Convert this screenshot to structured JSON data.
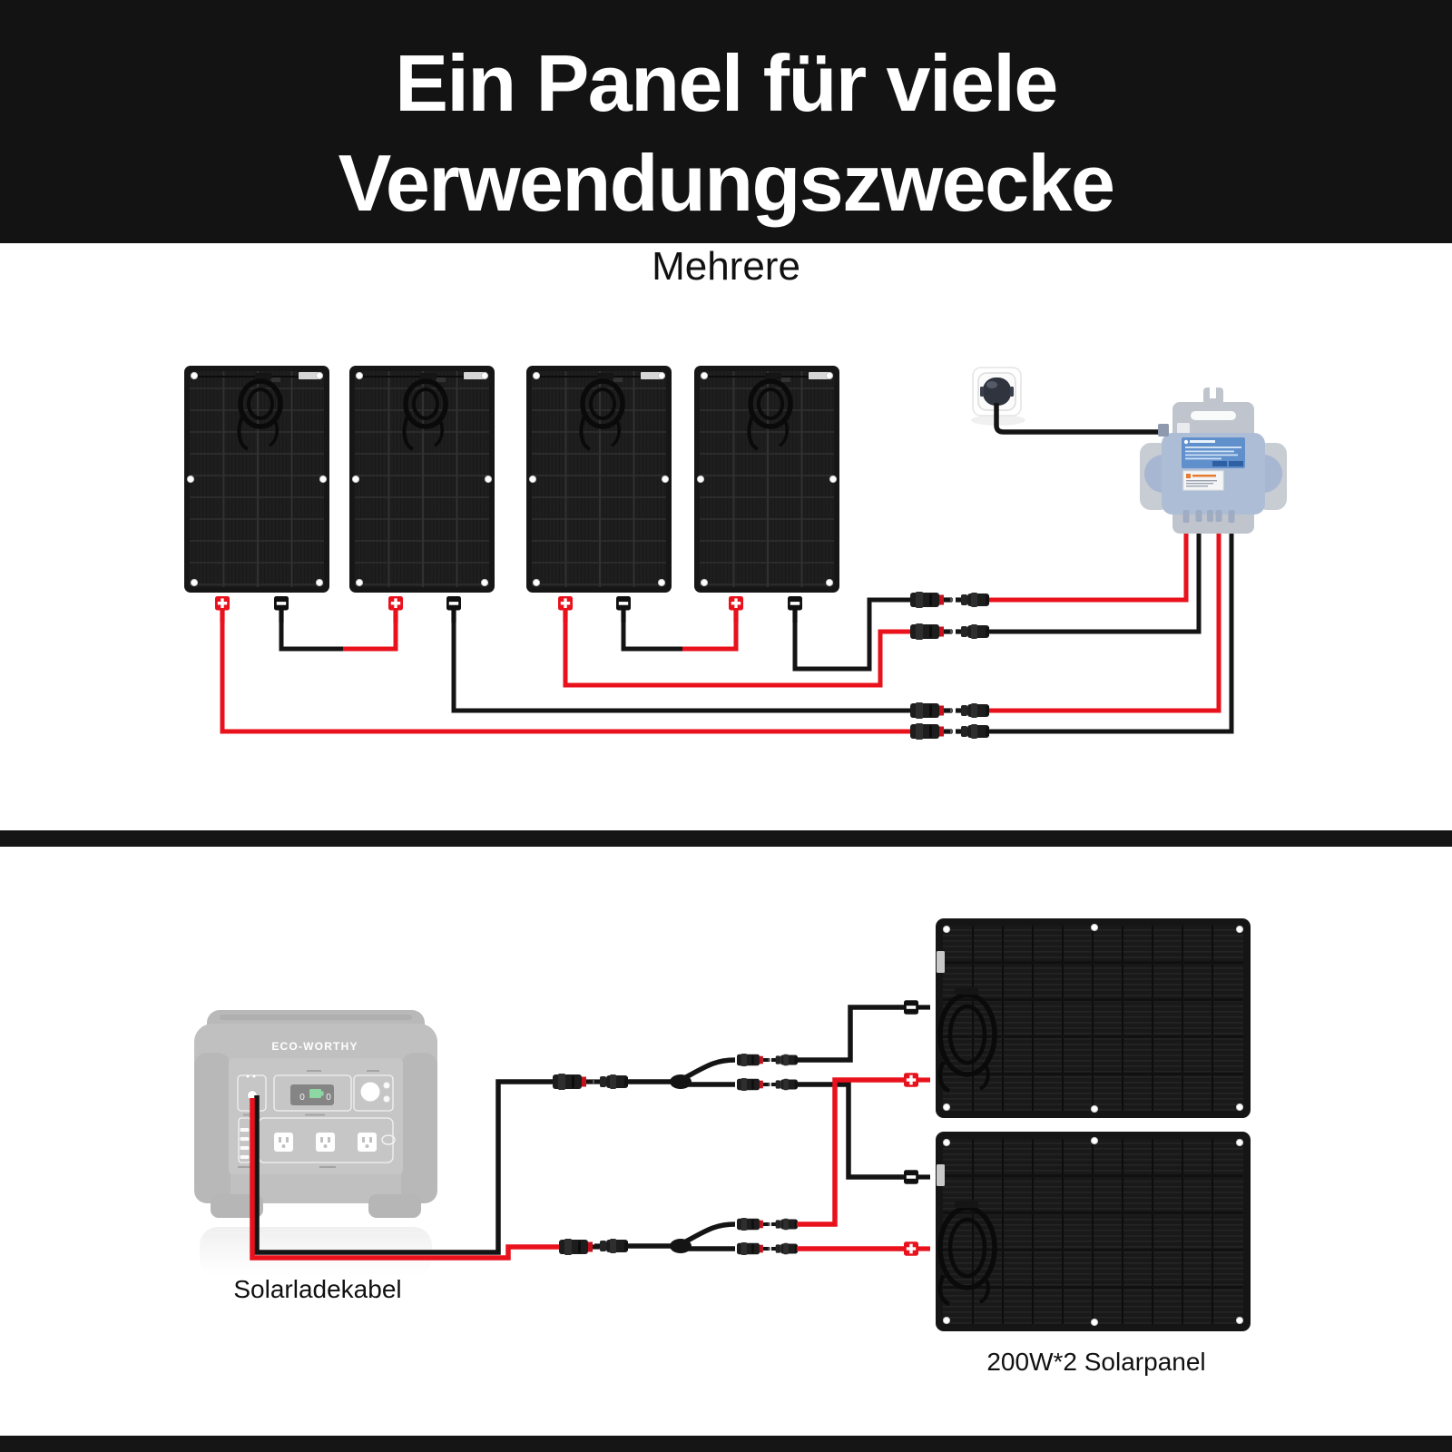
{
  "header": {
    "title_line1": "Ein Panel für viele",
    "title_line2": "Verwendungszwecke",
    "subtitle": "Mehrere"
  },
  "top_diagram": {
    "panel_count": 4,
    "plus_symbol": "+",
    "minus_symbol": "−"
  },
  "bottom_diagram": {
    "power_station": {
      "brand": "ECO-WORTHY",
      "display_left": "0",
      "display_right": "0"
    },
    "cable_label": "Solarladekabel",
    "panels_label": "200W*2 Solarpanel"
  },
  "colors": {
    "positive_red": "#e8111c",
    "wire_black": "#141414",
    "header_bg": "#131313",
    "panel_dark": "#161616",
    "inverter_blue": "#6090cc"
  }
}
